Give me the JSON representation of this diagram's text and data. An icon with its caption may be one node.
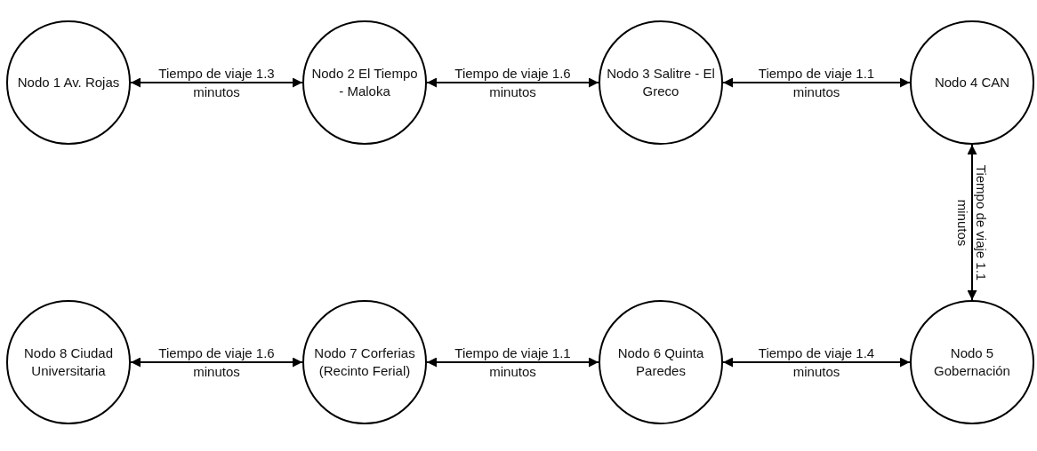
{
  "diagram": {
    "nodes": [
      {
        "text": [
          "Nodo 1 Av. Rojas"
        ]
      },
      {
        "text": [
          "Nodo 2 El Tiempo - Maloka"
        ]
      },
      {
        "text": [
          "Nodo 3 Salitre - El Greco"
        ]
      },
      {
        "text": [
          "Nodo 4 CAN"
        ]
      },
      {
        "text": [
          "Nodo 5 Gobernación"
        ]
      },
      {
        "text": [
          "Nodo 6 Quinta Paredes"
        ]
      },
      {
        "text": [
          "Nodo 7 Corferias (Recinto Ferial)"
        ]
      },
      {
        "text": [
          "Nodo 8 Ciudad Universitaria"
        ]
      }
    ],
    "edges": [
      {
        "from": 0,
        "to": 1,
        "arrow": "both",
        "label": "Tiempo de viaje 1.3 minutos"
      },
      {
        "from": 1,
        "to": 2,
        "arrow": "both",
        "label": "Tiempo de viaje 1.6 minutos"
      },
      {
        "from": 2,
        "to": 3,
        "arrow": "both",
        "label": "Tiempo de viaje 1.1 minutos"
      },
      {
        "from": 3,
        "to": 4,
        "arrow": "both",
        "label": "Tiempo de viaje 1.1 minutos"
      },
      {
        "from": 4,
        "to": 5,
        "arrow": "both",
        "label": "Tiempo de viaje 1.4 minutos"
      },
      {
        "from": 5,
        "to": 6,
        "arrow": "both",
        "label": "Tiempo de viaje 1.1 minutos"
      },
      {
        "from": 6,
        "to": 7,
        "arrow": "both",
        "label": "Tiempo de viaje 1.6 minutos"
      }
    ]
  }
}
